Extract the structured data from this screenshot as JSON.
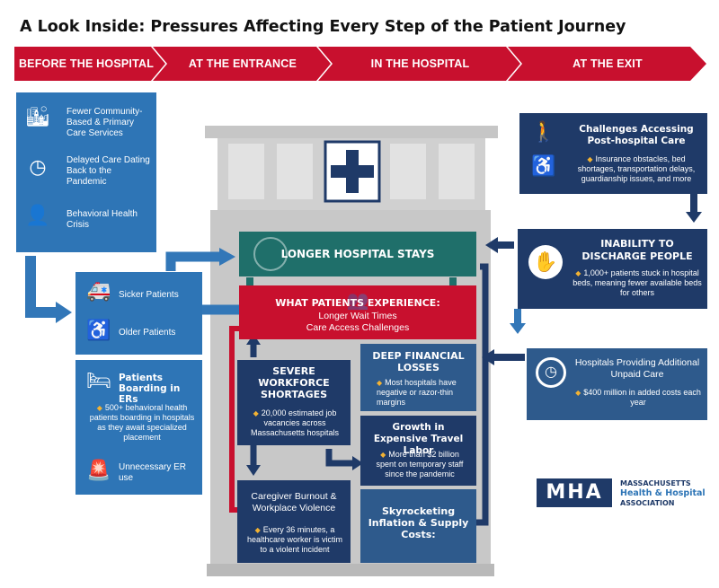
{
  "title": "A Look Inside: Pressures Affecting Every Step of the Patient Journey",
  "colors": {
    "red": "#c8102e",
    "navy": "#1f3a68",
    "teal": "#1f6f6a",
    "blue": "#2e75b6",
    "gray": "#c8c8c8",
    "gold": "#f2b233"
  },
  "stages": [
    "BEFORE THE HOSPITAL",
    "AT THE ENTRANCE",
    "IN THE HOSPITAL",
    "AT THE EXIT"
  ],
  "before": {
    "items": [
      {
        "icon": "city-icon",
        "label": "Fewer Community-Based & Primary Care Services"
      },
      {
        "icon": "clock-calendar-icon",
        "label": "Delayed Care Dating Back to the Pandemic"
      },
      {
        "icon": "head-profile-icon",
        "label": "Behavioral Health Crisis"
      }
    ]
  },
  "entrance": {
    "sicker": "Sicker Patients",
    "older": "Older Patients",
    "boarding_title": "Patients Boarding in ERs",
    "boarding_bullet": "500+ behavioral health patients boarding in hospitals as they await specialized placement",
    "er": "Unnecessary ER use"
  },
  "hospital": {
    "longer_stays": "LONGER HOSPITAL STAYS",
    "experience_title": "WHAT PATIENTS EXPERIENCE:",
    "experience_line1": "Longer Wait Times",
    "experience_line2": "Care Access Challenges",
    "workforce_title": "SEVERE WORKFORCE SHORTAGES",
    "workforce_bullet": "20,000 estimated job vacancies across Massachusetts hospitals",
    "financial_title": "DEEP FINANCIAL LOSSES",
    "financial_bullet": "Most hospitals have negative or razor-thin margins",
    "travel_title": "Growth in Expensive Travel Labor",
    "travel_bullet": "More than $2 billion spent on temporary staff since the pandemic",
    "burnout_title": "Caregiver Burnout & Workplace Violence",
    "burnout_bullet": "Every 36 minutes, a healthcare worker is victim to a violent incident",
    "inflation_title": "Skyrocketing Inflation & Supply Costs:"
  },
  "exit": {
    "challenges_title": "Challenges Accessing Post-hospital Care",
    "challenges_bullet": "Insurance obstacles, bed shortages, transportation delays, guardianship issues, and more",
    "inability_title": "INABILITY TO DISCHARGE PEOPLE",
    "inability_bullet": "1,000+ patients stuck in hospital beds, meaning fewer available beds for others",
    "unpaid_title": "Hospitals Providing Additional Unpaid Care",
    "unpaid_bullet": "$400 million in added costs each year"
  },
  "logo": {
    "mark": "MHA",
    "line1": "MASSACHUSETTS",
    "line2": "Health & Hospital",
    "line3": "ASSOCIATION"
  }
}
